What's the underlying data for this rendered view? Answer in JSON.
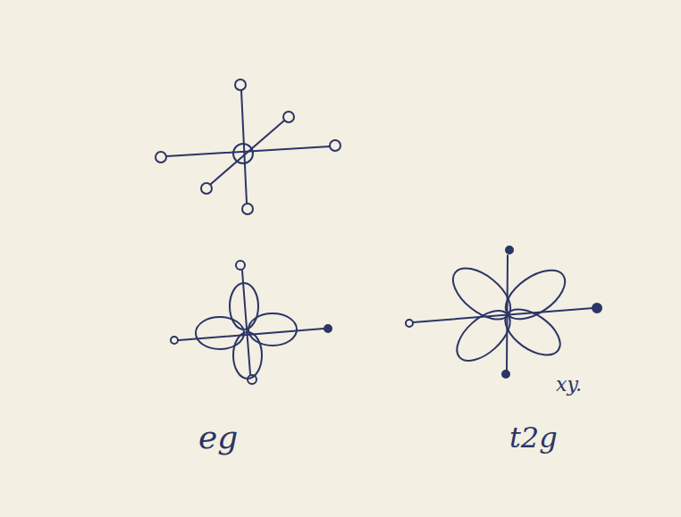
{
  "diagram": {
    "labels": [
      "eg",
      "t2g",
      "xy."
    ]
  }
}
